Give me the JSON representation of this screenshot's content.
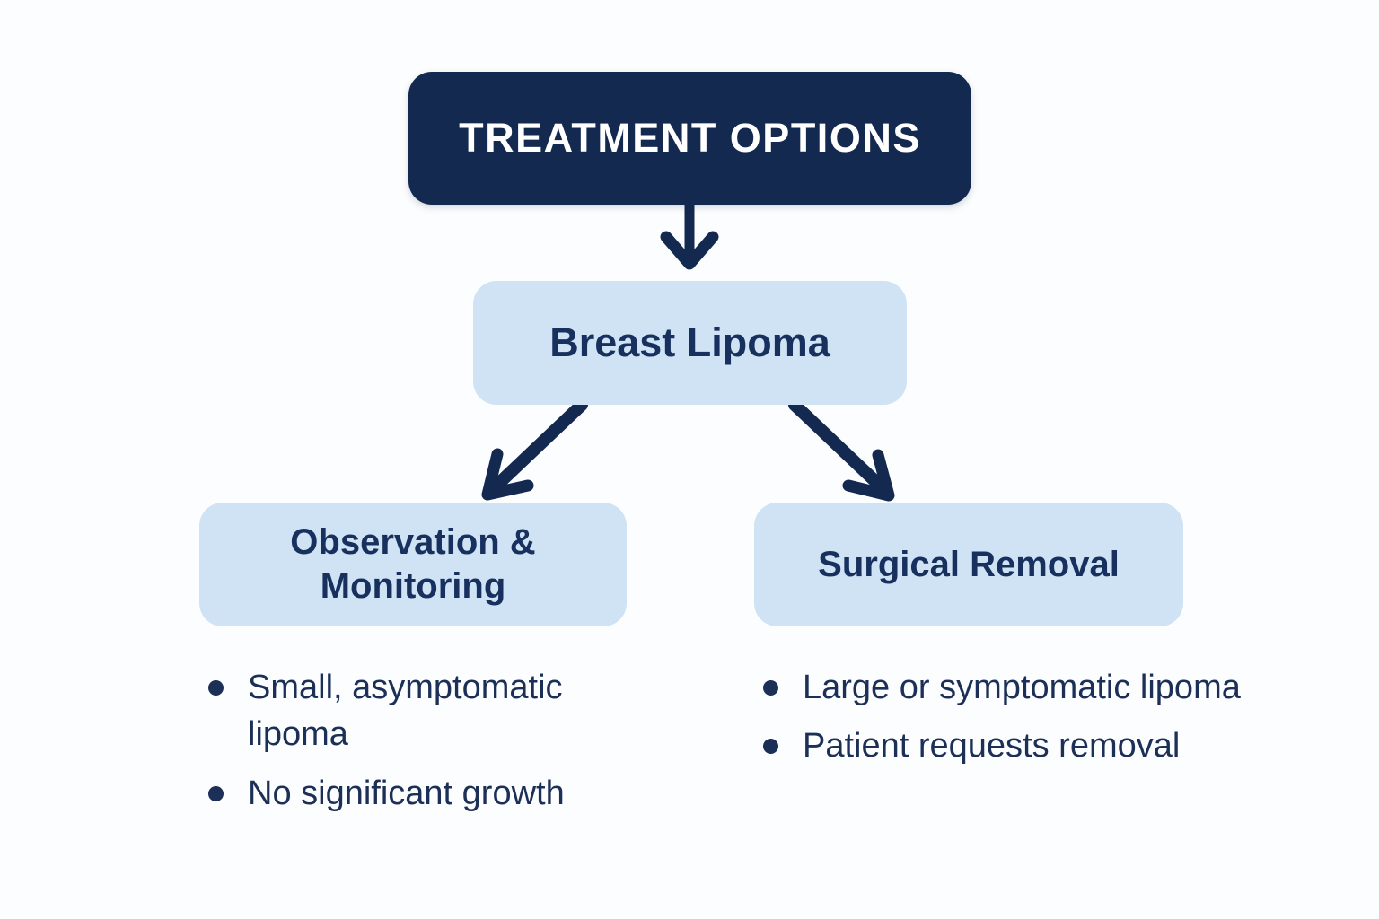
{
  "diagram": {
    "root": {
      "label": "TREATMENT OPTIONS"
    },
    "condition": {
      "label": "Breast Lipoma"
    },
    "branches": [
      {
        "label": "Observation & Monitoring",
        "bullets": [
          "Small, asymptomatic lipoma",
          "No significant growth"
        ]
      },
      {
        "label": "Surgical Removal",
        "bullets": [
          "Large or symptomatic lipoma",
          "Patient requests removal"
        ]
      }
    ],
    "colors": {
      "dark_navy": "#13294f",
      "light_blue": "#cfe3f5",
      "heading_text": "#18305e",
      "body_text": "#1c2f56",
      "title_text": "#ffffff",
      "background": "#fcfdfe"
    }
  }
}
